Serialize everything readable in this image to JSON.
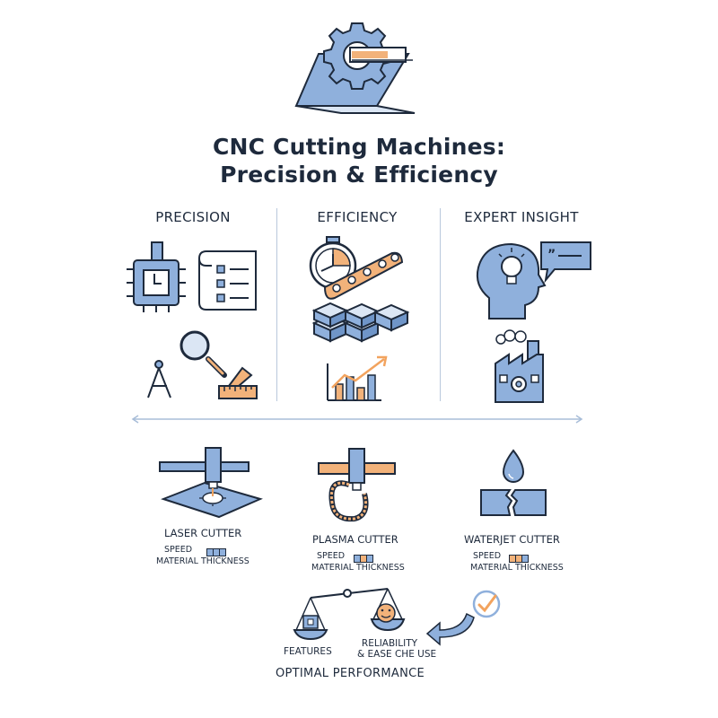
{
  "title": {
    "line1": "CNC Cutting Machines:",
    "line2": "Precision & Efficiency"
  },
  "columns": [
    {
      "heading": "PRECISION",
      "icons": [
        "cpu-chip-icon",
        "blueprint-icon",
        "compass-icon",
        "magnifier-icon",
        "ruler-icon"
      ]
    },
    {
      "heading": "EFFICIENCY",
      "icons": [
        "stopwatch-icon",
        "conveyor-icon",
        "stacked-blocks-icon",
        "growth-chart-icon"
      ]
    },
    {
      "heading": "EXPERT INSIGHT",
      "icons": [
        "head-lightbulb-icon",
        "speech-bubble-icon",
        "factory-icon"
      ]
    }
  ],
  "cutters": [
    {
      "name": "LASER CUTTER",
      "speed_label": "SPEED",
      "material_label": "MATERIAL THICKNESS",
      "speed_bars": [
        "#8fb0dc",
        "#8fb0dc",
        "#8fb0dc"
      ]
    },
    {
      "name": "PLASMA CUTTER",
      "speed_label": "SPEED",
      "material_label": "MATERIAL THICKNESS",
      "speed_bars": [
        "#8fb0dc",
        "#f2b27a",
        "#8fb0dc"
      ]
    },
    {
      "name": "WATERJET CUTTER",
      "speed_label": "SPEED",
      "material_label": "MATERIAL THICKNESS",
      "speed_bars": [
        "#f2b27a",
        "#f2b27a",
        "#8fb0dc"
      ]
    }
  ],
  "balance": {
    "left_label": "FEATURES",
    "right_label_line1": "RELIABILITY",
    "right_label_line2": "& EASE CHE USE"
  },
  "footer": "OPTIMAL PERFORMANCE",
  "colors": {
    "primary_blue": "#8fb0dc",
    "accent_orange": "#f2b27a",
    "outline": "#1e2a3c",
    "divider": "#b9c8dc"
  }
}
